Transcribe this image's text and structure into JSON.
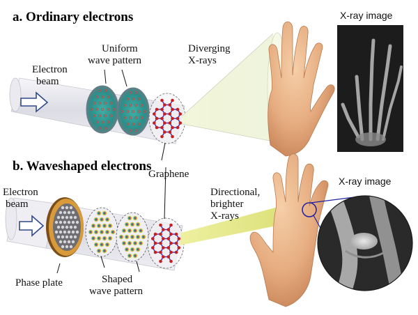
{
  "panel_a": {
    "heading": "a. Ordinary electrons",
    "electron_beam": [
      "Electron",
      "beam"
    ],
    "wave_label": [
      "Uniform",
      "wave pattern"
    ],
    "xray_label": [
      "Diverging",
      "X-rays"
    ],
    "xray_image_title": "X-ray image"
  },
  "panel_b": {
    "heading": "b. Waveshaped electrons",
    "graphene_label": "Graphene",
    "electron_beam": [
      "Electron",
      "beam"
    ],
    "xray_label": [
      "Directional,",
      "brighter",
      "X-rays"
    ],
    "xray_image_title": "X-ray image",
    "phase_plate_label": "Phase plate",
    "wave_label": [
      "Shaped",
      "wave pattern"
    ]
  },
  "colors": {
    "tube": "#e6e6ec",
    "wave_teal": "#2c9a93",
    "atom_red": "#c81e1e",
    "bond_blue": "#3a2ac0",
    "beam_a": "#eef4c8",
    "beam_b": "#e6e88a",
    "skin": "#e8b48a",
    "phase_plate": "#c88a2a",
    "zoom_line": "#2020a0"
  }
}
